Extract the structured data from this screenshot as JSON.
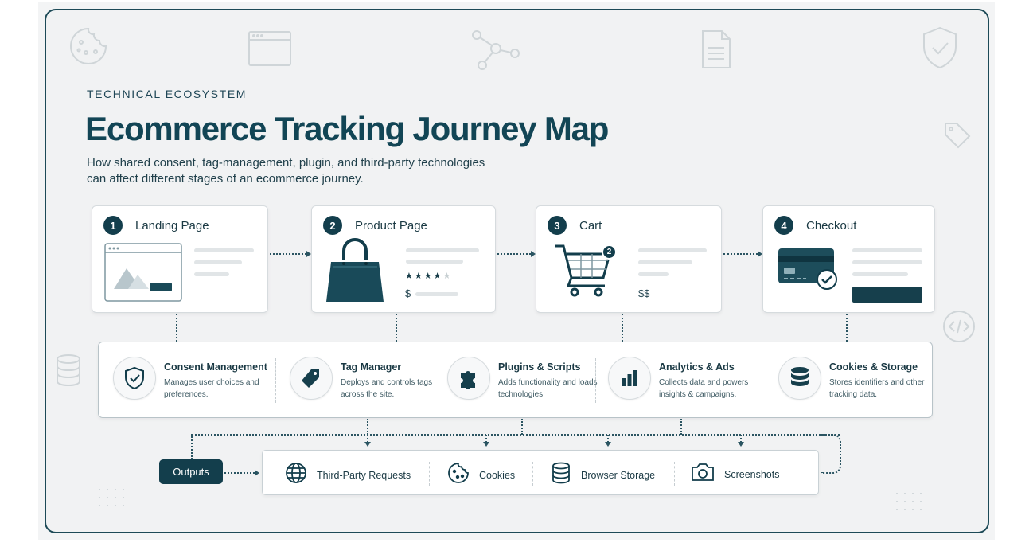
{
  "header": {
    "eyebrow": "TECHNICAL ECOSYSTEM",
    "title": "Ecommerce Tracking Journey Map",
    "subtitle": "How shared consent, tag-management, plugin, and third-party technologies can affect different stages of an ecommerce journey."
  },
  "stages": [
    {
      "number": "1",
      "title": "Landing Page"
    },
    {
      "number": "2",
      "title": "Product Page",
      "price_symbol": "$",
      "rating_stars": "★★★★",
      "rating_empty": "★"
    },
    {
      "number": "3",
      "title": "Cart",
      "badge": "2",
      "price_symbol": "$$"
    },
    {
      "number": "4",
      "title": "Checkout"
    }
  ],
  "technologies": [
    {
      "name": "Consent Management",
      "description": "Manages user choices and preferences.",
      "icon": "shield-check-icon"
    },
    {
      "name": "Tag Manager",
      "description": "Deploys and controls tags across the site.",
      "icon": "tag-icon"
    },
    {
      "name": "Plugins & Scripts",
      "description": "Adds functionality and loads technologies.",
      "icon": "puzzle-icon"
    },
    {
      "name": "Analytics & Ads",
      "description": "Collects data and powers insights & campaigns.",
      "icon": "bar-chart-icon"
    },
    {
      "name": "Cookies & Storage",
      "description": "Stores identifiers and other tracking data.",
      "icon": "database-icon"
    }
  ],
  "outputs": {
    "label": "Outputs",
    "items": [
      {
        "label": "Third-Party Requests",
        "icon": "globe-icon"
      },
      {
        "label": "Cookies",
        "icon": "cookie-icon"
      },
      {
        "label": "Browser Storage",
        "icon": "database-icon"
      },
      {
        "label": "Screenshots",
        "icon": "camera-icon"
      }
    ]
  },
  "colors": {
    "primary": "#133e4c",
    "background": "#f1f2f3",
    "card": "#ffffff"
  }
}
